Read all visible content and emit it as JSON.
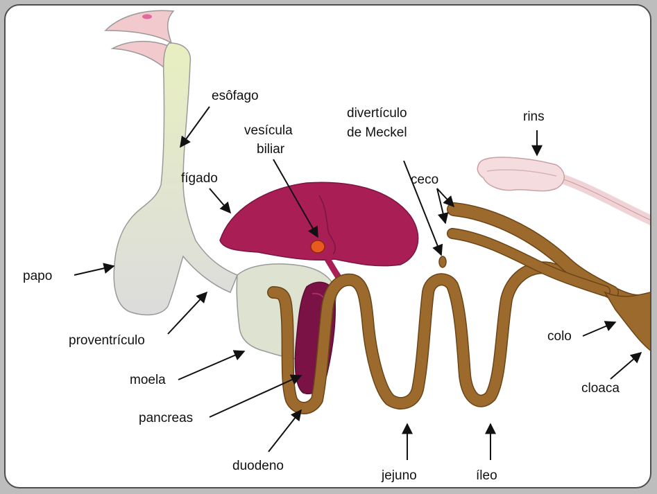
{
  "diagram": {
    "labels": {
      "esofago": "esôfago",
      "vesicula_1": "vesícula",
      "vesicula_2": "biliar",
      "figado": "fígado",
      "diverticulo_1": "divertículo",
      "diverticulo_2": "de Meckel",
      "rins": "rins",
      "ceco": "ceco",
      "papo": "papo",
      "proventriculo": "proventrículo",
      "moela": "moela",
      "pancreas": "pancreas",
      "duodeno": "duodeno",
      "jejuno": "jejuno",
      "ileo": "íleo",
      "colo": "colo",
      "cloaca": "cloaca"
    },
    "colors": {
      "beak": "#f2c9cc",
      "esophagus": "#e6ecc8",
      "crop": "#d9d9d9",
      "liver": "#a81e55",
      "gallbladder": "#e85a1e",
      "pancreas": "#7a1245",
      "intestine": "#9c6a2c",
      "kidney": "#f5dcde"
    }
  }
}
